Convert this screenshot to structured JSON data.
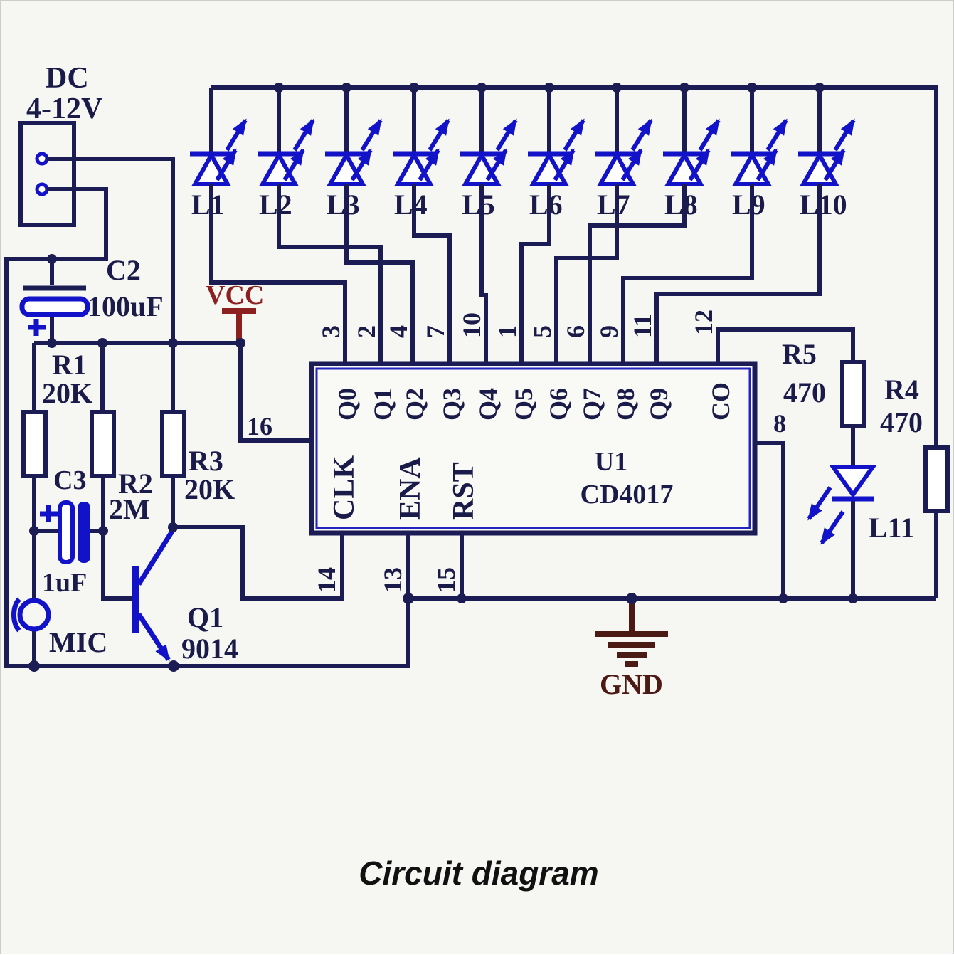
{
  "title": "Circuit diagram",
  "power": {
    "connector_line1": "DC",
    "connector_line2": "4-12V",
    "vcc_label": "VCC",
    "gnd_label": "GND"
  },
  "components": {
    "c2": {
      "ref": "C2",
      "value": "100uF"
    },
    "r1": {
      "ref": "R1",
      "value": "20K"
    },
    "c3": {
      "ref": "C3",
      "value": "1uF"
    },
    "r2": {
      "ref": "R2",
      "value": "2M"
    },
    "r3": {
      "ref": "R3",
      "value": "20K"
    },
    "q1": {
      "ref": "Q1",
      "value": "9014"
    },
    "mic": {
      "ref": "MIC"
    },
    "r5": {
      "ref": "R5",
      "value": "470"
    },
    "r4": {
      "ref": "R4",
      "value": "470"
    },
    "l11": {
      "ref": "L11"
    },
    "u1": {
      "ref": "U1",
      "part": "CD4017"
    }
  },
  "ic": {
    "left_pin": {
      "number": "16"
    },
    "right_pin": {
      "number": "8"
    },
    "outputs": [
      {
        "pin": "3",
        "label": "Q0"
      },
      {
        "pin": "2",
        "label": "Q1"
      },
      {
        "pin": "4",
        "label": "Q2"
      },
      {
        "pin": "7",
        "label": "Q3"
      },
      {
        "pin": "10",
        "label": "Q4"
      },
      {
        "pin": "1",
        "label": "Q5"
      },
      {
        "pin": "5",
        "label": "Q6"
      },
      {
        "pin": "6",
        "label": "Q7"
      },
      {
        "pin": "9",
        "label": "Q8"
      },
      {
        "pin": "11",
        "label": "Q9"
      }
    ],
    "carry": {
      "pin": "12",
      "label": "CO"
    },
    "bottom_pins": [
      {
        "number": "14",
        "label": "CLK"
      },
      {
        "number": "13",
        "label": "ENA"
      },
      {
        "number": "15",
        "label": "RST"
      }
    ]
  },
  "leds": [
    {
      "label": "L1"
    },
    {
      "label": "L2"
    },
    {
      "label": "L3"
    },
    {
      "label": "L4"
    },
    {
      "label": "L5"
    },
    {
      "label": "L6"
    },
    {
      "label": "L7"
    },
    {
      "label": "L8"
    },
    {
      "label": "L9"
    },
    {
      "label": "L10"
    }
  ],
  "colors": {
    "wire": "#1c1c55",
    "blue": "#1212c8",
    "vcc_red": "#8c1f1f",
    "gnd_red": "#4c1a15",
    "text": "#1b1b4a"
  }
}
